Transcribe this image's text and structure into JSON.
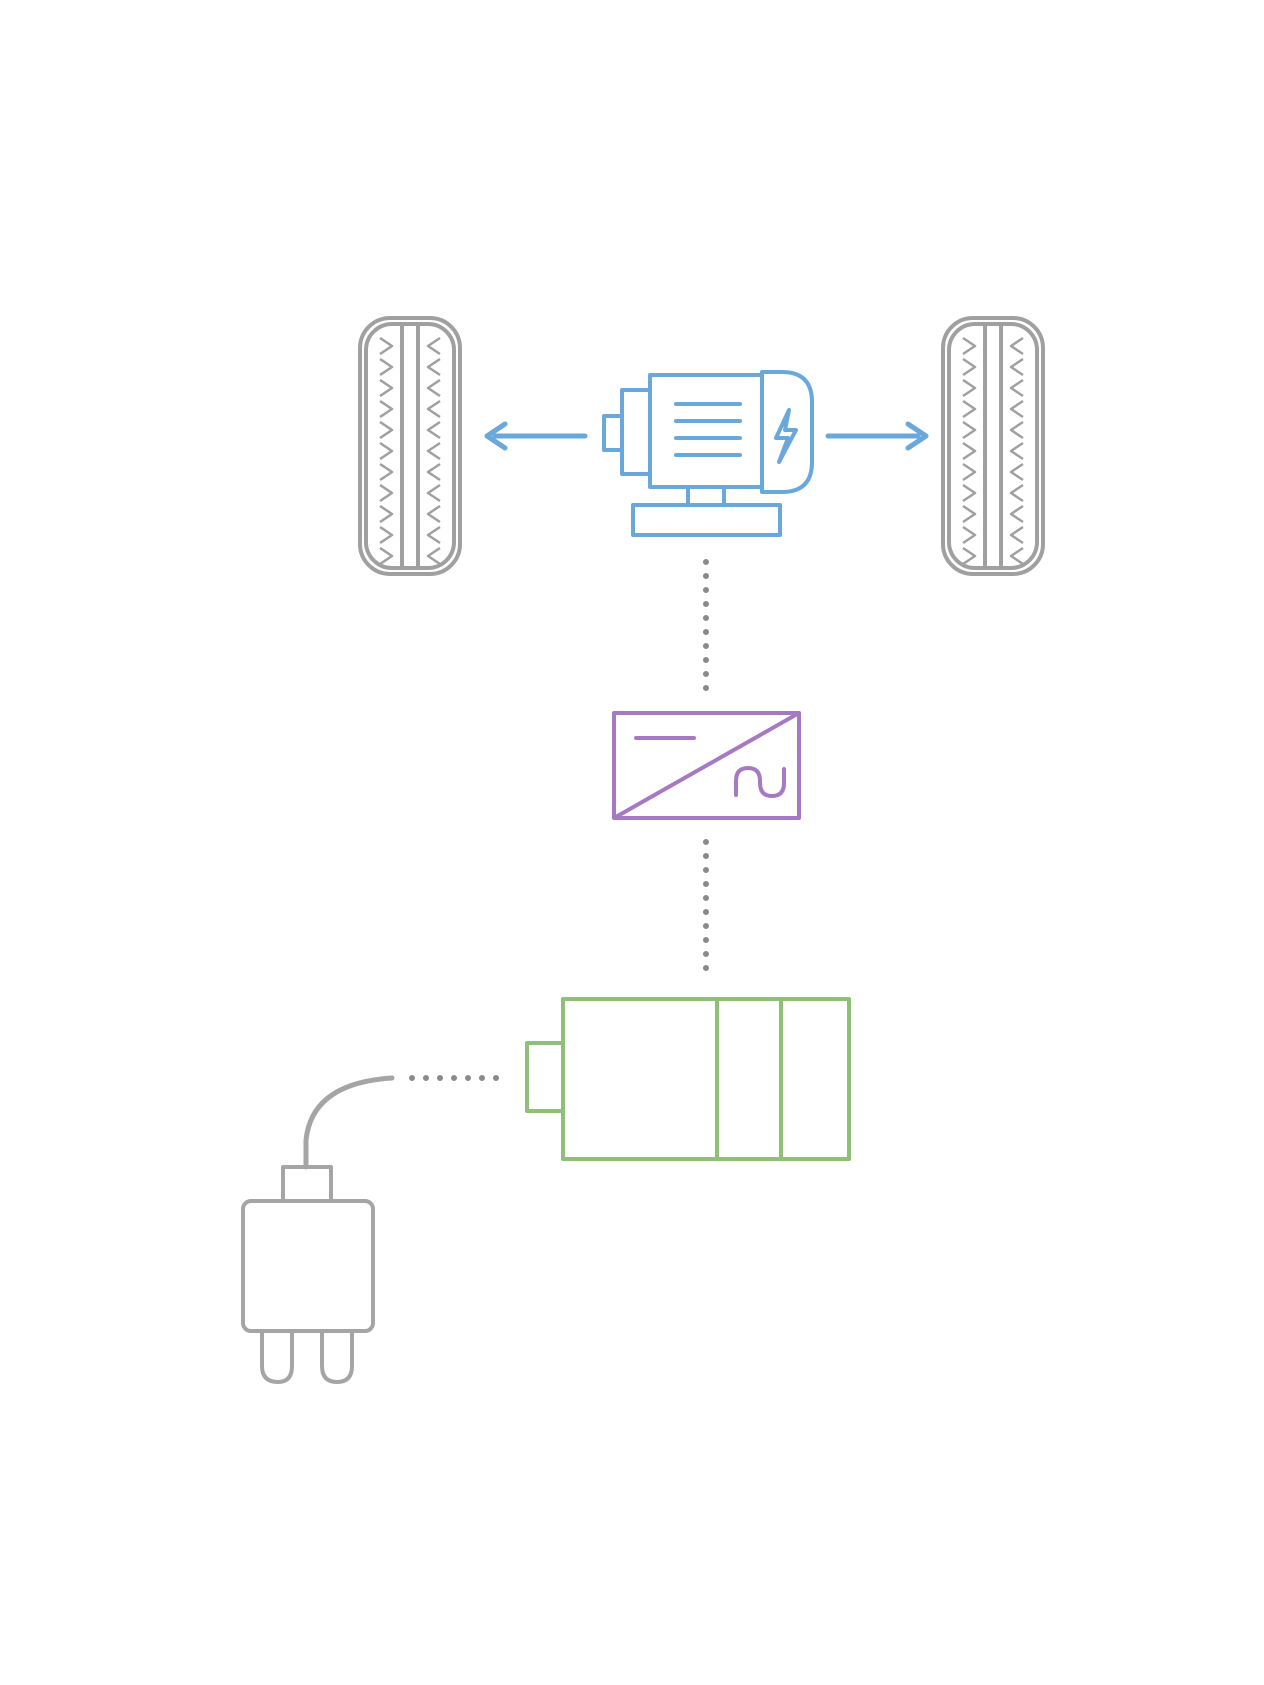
{
  "diagram": {
    "colors": {
      "motor": "#6aa8dc",
      "inverter": "#a67ac2",
      "battery": "#8fbf78",
      "tire": "#a0a0a0",
      "plug": "#a5a5a5",
      "connector": "#8a8a8a",
      "background": "#ffffff"
    },
    "components": [
      {
        "id": "left-wheel",
        "icon": "tire-icon"
      },
      {
        "id": "right-wheel",
        "icon": "tire-icon"
      },
      {
        "id": "electric-motor",
        "icon": "electric-motor-icon"
      },
      {
        "id": "inverter",
        "icon": "dc-ac-inverter-icon"
      },
      {
        "id": "battery",
        "icon": "battery-icon"
      },
      {
        "id": "charging-plug",
        "icon": "plug-icon"
      }
    ],
    "connections": [
      {
        "from": "electric-motor",
        "to": "left-wheel",
        "style": "arrow"
      },
      {
        "from": "electric-motor",
        "to": "right-wheel",
        "style": "arrow"
      },
      {
        "from": "inverter",
        "to": "electric-motor",
        "style": "dotted"
      },
      {
        "from": "battery",
        "to": "inverter",
        "style": "dotted"
      },
      {
        "from": "charging-plug",
        "to": "battery",
        "style": "dotted-cable"
      }
    ]
  }
}
